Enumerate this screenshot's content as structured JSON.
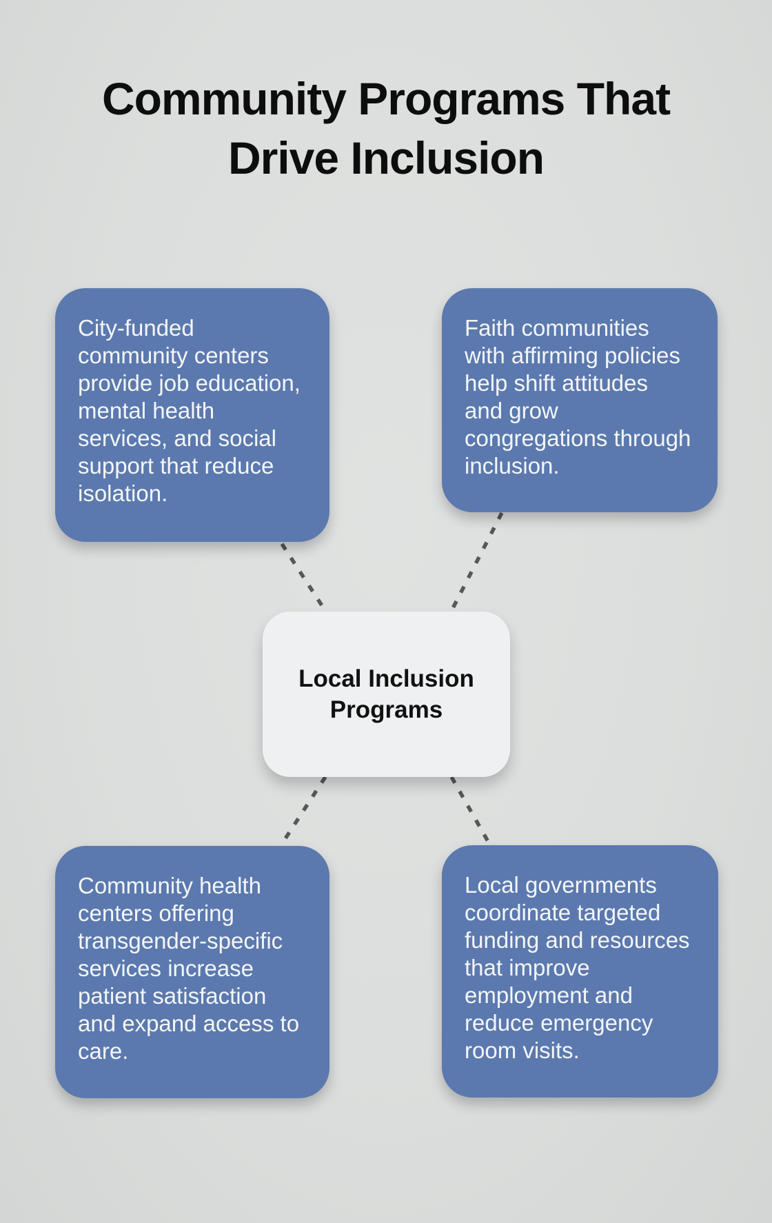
{
  "title": "Community Programs That\nDrive Inclusion",
  "center": {
    "label": "Local Inclusion\nPrograms"
  },
  "nodes": [
    {
      "position": "top-left",
      "text": "City-funded\ncommunity centers\nprovide job education,\nmental health\nservices, and social\nsupport that reduce\nisolation."
    },
    {
      "position": "top-right",
      "text": "Faith communities\nwith affirming policies\nhelp shift attitudes\nand grow\ncongregations through\ninclusion."
    },
    {
      "position": "bottom-left",
      "text": "Community health\ncenters offering\ntransgender-specific\nservices increase\npatient satisfaction\nand expand access to\ncare."
    },
    {
      "position": "bottom-right",
      "text": "Local governments\ncoordinate targeted\nfunding and resources\nthat improve\nemployment and\nreduce emergency\nroom visits."
    }
  ],
  "colors": {
    "background": "#dcdedd",
    "node_fill": "#5b79ae",
    "node_text": "#f4f6f8",
    "center_fill": "#eef0f1",
    "center_text": "#111111",
    "connector": "#565758",
    "title_text": "#0d0d0d"
  }
}
